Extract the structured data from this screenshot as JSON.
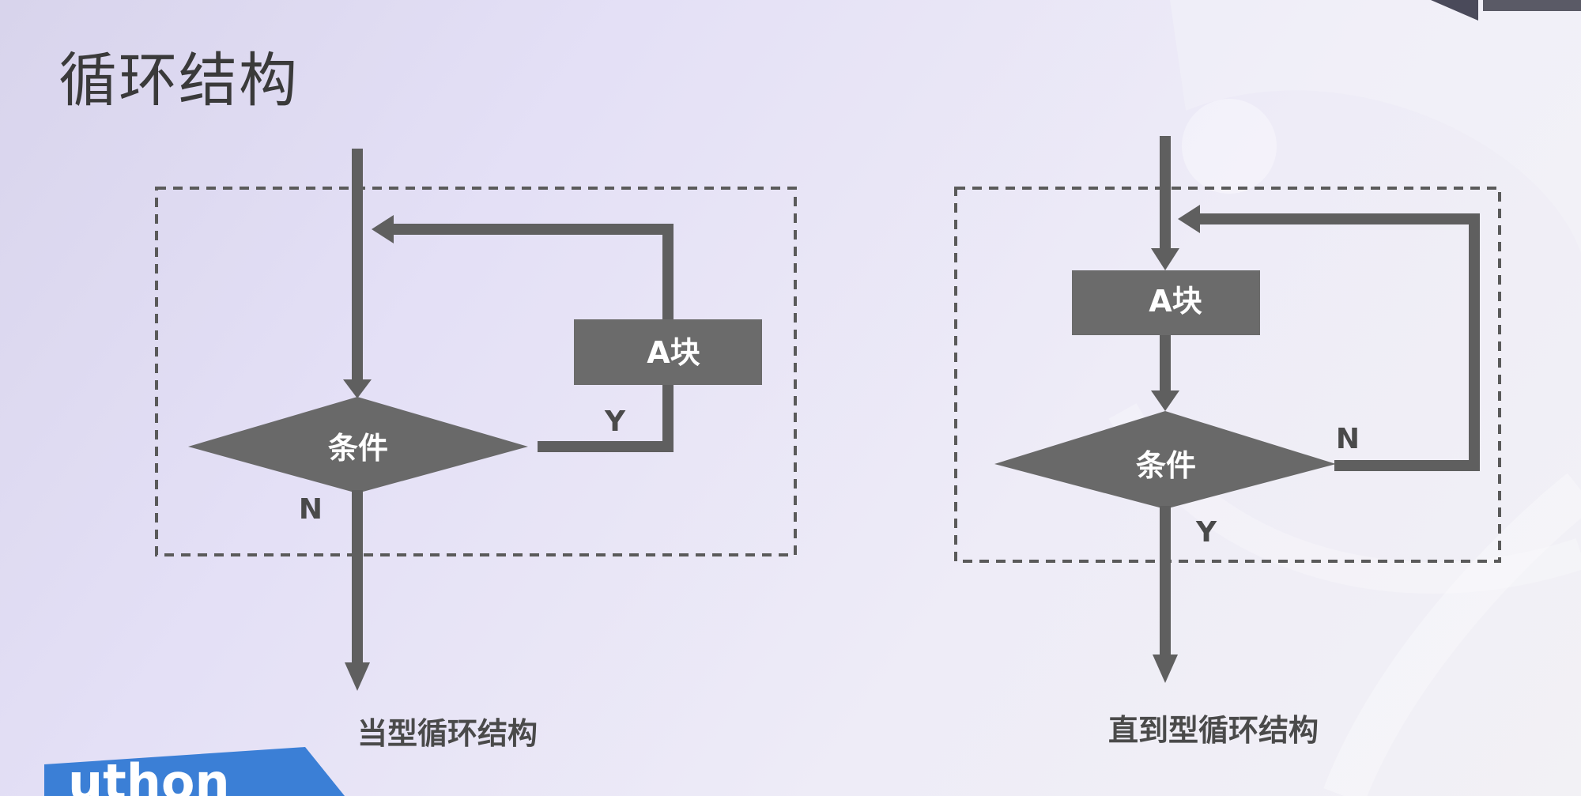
{
  "slide": {
    "title": "循环结构",
    "watermark_text": "uthon"
  },
  "while_loop": {
    "caption": "当型循环结构",
    "block_label": "A块",
    "condition_label": "条件",
    "yes_label": "Y",
    "no_label": "N"
  },
  "until_loop": {
    "caption": "直到型循环结构",
    "block_label": "A块",
    "condition_label": "条件",
    "yes_label": "Y",
    "no_label": "N"
  },
  "colors": {
    "shape_fill": "#6b6b6b",
    "line": "#5f5f5f",
    "dashed_border": "#5a5a5a",
    "text_on_shape": "#ffffff",
    "accent_blue": "#3b7fd6"
  }
}
